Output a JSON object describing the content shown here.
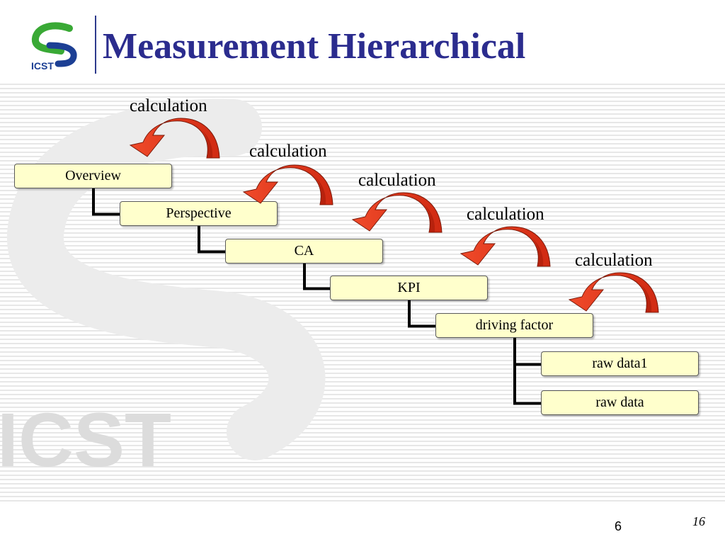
{
  "logo": {
    "text": "ICST",
    "green": "#39a935",
    "blue": "#1c3f94"
  },
  "title": "Measurement Hierarchical",
  "watermark_text": "ICST",
  "nodes": [
    {
      "id": "overview",
      "label": "Overview"
    },
    {
      "id": "perspective",
      "label": "Perspective"
    },
    {
      "id": "ca",
      "label": "CA"
    },
    {
      "id": "kpi",
      "label": "KPI"
    },
    {
      "id": "driving-factor",
      "label": "driving factor"
    },
    {
      "id": "raw-data1",
      "label": "raw data1"
    },
    {
      "id": "raw-data",
      "label": "raw data"
    }
  ],
  "calculations": [
    {
      "label": "calculation"
    },
    {
      "label": "calculation"
    },
    {
      "label": "calculation"
    },
    {
      "label": "calculation"
    },
    {
      "label": "calculation"
    }
  ],
  "colors": {
    "node_fill": "#ffffcc",
    "arrow_red": "#e8321e",
    "arrow_dark": "#b51d0c",
    "title": "#2b2c8e",
    "connector": "#000000"
  },
  "footer": {
    "page_number": "6",
    "slide_number": "16"
  }
}
